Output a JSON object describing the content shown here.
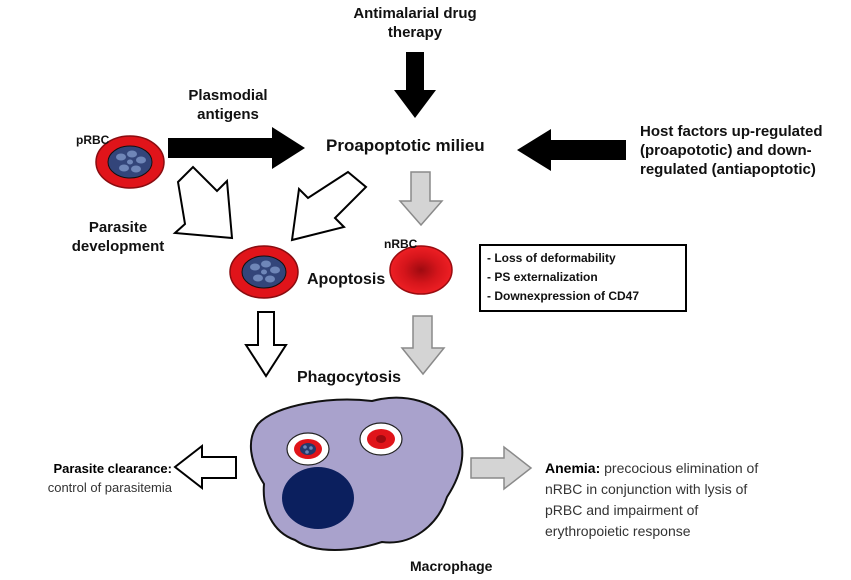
{
  "labels": {
    "antimalarial_therapy": "Antimalarial drug therapy",
    "plasmodial_antigens": "Plasmodial antigens",
    "proapoptotic_milieu": "Proapoptotic milieu",
    "host_factors": "Host factors up-regulated (proapototic) and down-regulated (antiapoptotic)",
    "prbc": "pRBC",
    "nrbc": "nRBC",
    "parasite_development": "Parasite development",
    "apoptosis": "Apoptosis",
    "phagocytosis": "Phagocytosis",
    "macrophage": "Macrophage"
  },
  "changes_list": [
    "- Loss of deformability",
    "- PS externalization",
    "- Downexpression of CD47"
  ],
  "outcomes": {
    "clearance_title": "Parasite clearance:",
    "clearance_text": "control of parasitemia",
    "anemia_title": "Anemia:",
    "anemia_text": "precocious elimination of nRBC in conjunction with lysis of pRBC and impairment of erythropoietic response"
  },
  "colors": {
    "rbc_red": "#e0141a",
    "parasite_fill": "#25396b",
    "macrophage_fill": "#a9a2cc",
    "nucleus_fill": "#0b1f5e",
    "gray_arrow": "#d4d4d4"
  }
}
